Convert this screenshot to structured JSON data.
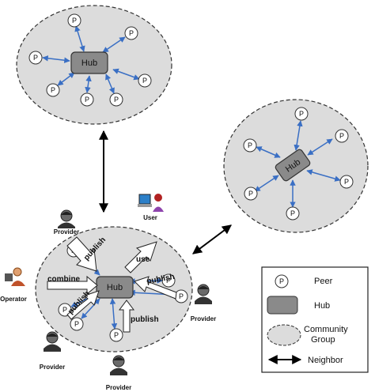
{
  "labels": {
    "hub": "Hub",
    "peer": "P",
    "provider": "Provider",
    "user": "User",
    "operator": "Operator",
    "publish": "publish",
    "use": "use",
    "combine": "combine"
  },
  "legend": {
    "peer": "Peer",
    "hub": "Hub",
    "community_line1": "Community",
    "community_line2": "Group",
    "neighbor": "Neighbor"
  },
  "colors": {
    "ellipse_fill": "#dcdcdc",
    "hub_fill": "#8a8a8a",
    "arrow_blue": "#3a6fc4",
    "peer_fill": "#ffffff"
  }
}
